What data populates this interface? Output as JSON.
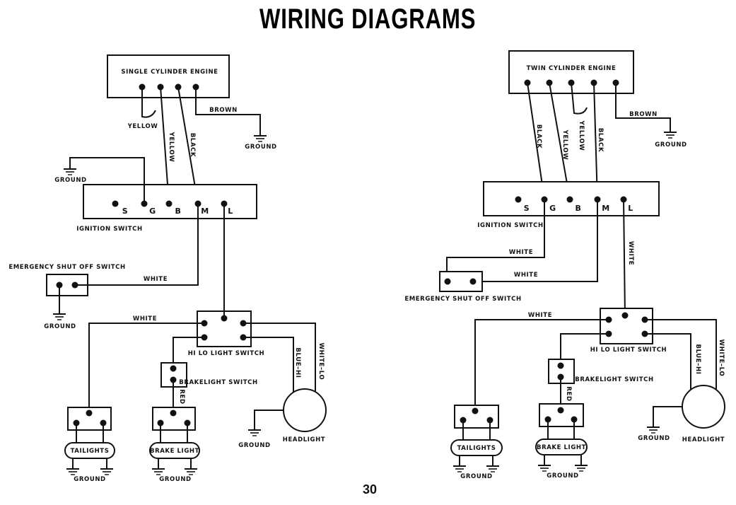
{
  "title": "WIRING DIAGRAMS",
  "page_number": "30",
  "left": {
    "engine": "SINGLE CYLINDER ENGINE",
    "wire_yellow_loop": "YELLOW",
    "wire_yellow": "YELLOW",
    "wire_black": "BLACK",
    "wire_brown": "BROWN",
    "ground_engine": "GROUND",
    "ground_ignition": "GROUND",
    "ignition_switch": "IGNITION SWITCH",
    "terminals": [
      "S",
      "G",
      "B",
      "M",
      "L"
    ],
    "emergency_switch": "EMERGENCY SHUT OFF SWITCH",
    "wire_white_emergency": "WHITE",
    "ground_emergency": "GROUND",
    "wire_white_tail": "WHITE",
    "hi_lo_switch": "HI LO LIGHT SWITCH",
    "wire_blue_hi": "BLUE–HI",
    "wire_white_lo": "WHITE–LO",
    "brakelight_switch": "BRAKELIGHT SWITCH",
    "wire_red": "RED",
    "tailights": "TAILIGHTS",
    "brake_light": "BRAKE LIGHT",
    "ground_tail": "GROUND",
    "ground_brake": "GROUND",
    "ground_headlight": "GROUND",
    "headlight": "HEADLIGHT"
  },
  "right": {
    "engine": "TWIN CYLINDER ENGINE",
    "wire_black_1": "BLACK",
    "wire_yellow": "YELLOW",
    "wire_yellow_loop": "YELLOW",
    "wire_black_2": "BLACK",
    "wire_brown": "BROWN",
    "ground_engine": "GROUND",
    "ignition_switch": "IGNITION SWITCH",
    "terminals": [
      "S",
      "G",
      "B",
      "M",
      "L"
    ],
    "wire_white_1": "WHITE",
    "wire_white_2": "WHITE",
    "wire_white_l": "WHITE",
    "emergency_switch": "EMERGENCY SHUT OFF SWITCH",
    "wire_white_tail": "WHITE",
    "hi_lo_switch": "HI LO LIGHT SWITCH",
    "wire_blue_hi": "BLUE–HI",
    "wire_white_lo": "WHITE–LO",
    "brakelight_switch": "BRAKELIGHT SWITCH",
    "wire_red": "RED",
    "tailights": "TAILIGHTS",
    "brake_light": "BRAKE LIGHT",
    "ground_tail": "GROUND",
    "ground_brake": "GROUND",
    "ground_headlight": "GROUND",
    "headlight": "HEADLIGHT"
  }
}
